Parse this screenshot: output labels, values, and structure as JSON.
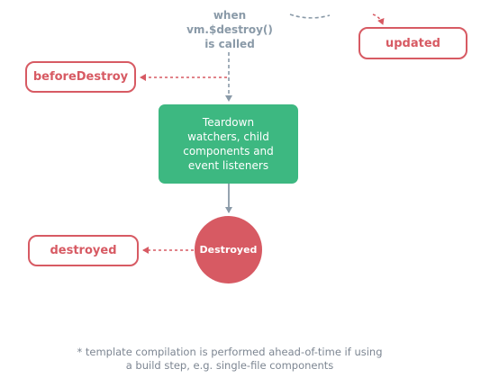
{
  "trigger": {
    "line1": "when",
    "line2": "vm.$destroy()",
    "line3": "is called"
  },
  "hooks": {
    "updated": "updated",
    "before_destroy": "beforeDestroy",
    "destroyed": "destroyed"
  },
  "teardown": {
    "line1": "Teardown",
    "line2": "watchers, child",
    "line3": "components and",
    "line4": "event listeners"
  },
  "destroyed_state": "Destroyed",
  "footnote": {
    "line1": "* template compilation is performed ahead-of-time if using",
    "line2": "a build step, e.g. single-file components"
  },
  "colors": {
    "hook_red": "#d75a63",
    "teardown_green": "#3db881",
    "connector_gray": "#8a9aa8",
    "footnote_gray": "#7d8692"
  }
}
